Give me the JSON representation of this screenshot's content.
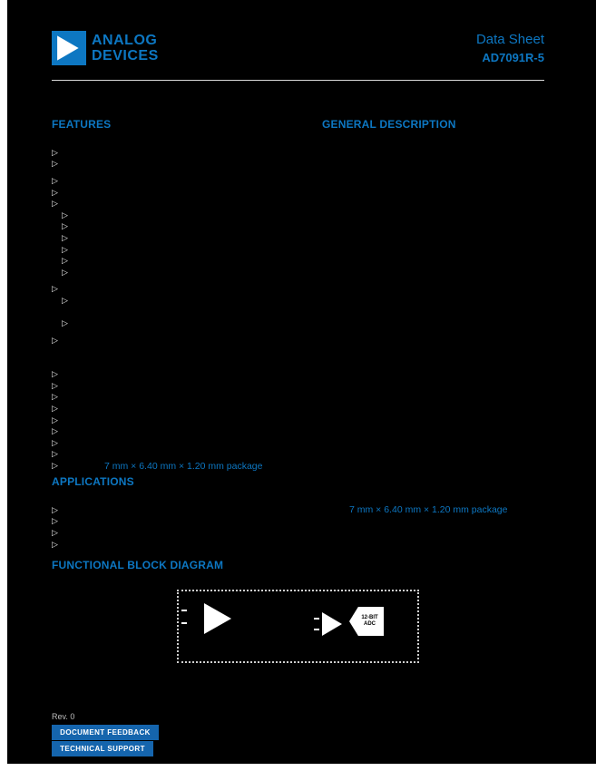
{
  "colors": {
    "page_bg": "#000000",
    "accent_blue": "#0d77c2",
    "button_blue": "#1565ad",
    "diagram_shapes": "#ffffff"
  },
  "logo": {
    "line1": "ANALOG",
    "line2": "DEVICES"
  },
  "header": {
    "doc_type": "Data Sheet",
    "part_number": "AD7091R-5"
  },
  "glyphs": {
    "bullet": "▷"
  },
  "features": {
    "title": "FEATURES",
    "bullets": [
      {
        "cls": "l1"
      },
      {
        "cls": "l1"
      },
      {
        "cls": "l1 sgap"
      },
      {
        "cls": "l1"
      },
      {
        "cls": "l1"
      },
      {
        "cls": "l2"
      },
      {
        "cls": "l2"
      },
      {
        "cls": "l2"
      },
      {
        "cls": "l2"
      },
      {
        "cls": "l2"
      },
      {
        "cls": "l2"
      },
      {
        "cls": "l1 sgap"
      },
      {
        "cls": "l2"
      },
      {
        "cls": "l2 gap"
      },
      {
        "cls": "l1 sgap"
      },
      {
        "cls": "l1 gap2"
      },
      {
        "cls": "l1"
      },
      {
        "cls": "l1"
      },
      {
        "cls": "l1"
      },
      {
        "cls": "l1"
      },
      {
        "cls": "l1"
      },
      {
        "cls": "l1"
      },
      {
        "cls": "l1"
      },
      {
        "cls": "l1",
        "note": "7 mm × 6.40 mm × 1.20 mm package"
      }
    ]
  },
  "applications": {
    "title": "APPLICATIONS",
    "bullets": [
      {
        "cls": "l1"
      },
      {
        "cls": "l1"
      },
      {
        "cls": "l1"
      },
      {
        "cls": "l1"
      }
    ]
  },
  "general_description": {
    "title": "GENERAL DESCRIPTION",
    "package_note": "7 mm × 6.40 mm × 1.20 mm package"
  },
  "block_diagram": {
    "title": "FUNCTIONAL BLOCK DIAGRAM",
    "adc_line1": "12-BIT",
    "adc_line2": "ADC"
  },
  "footer": {
    "revision": "Rev. 0",
    "feedback_button": "DOCUMENT FEEDBACK",
    "support_button": "TECHNICAL SUPPORT"
  }
}
